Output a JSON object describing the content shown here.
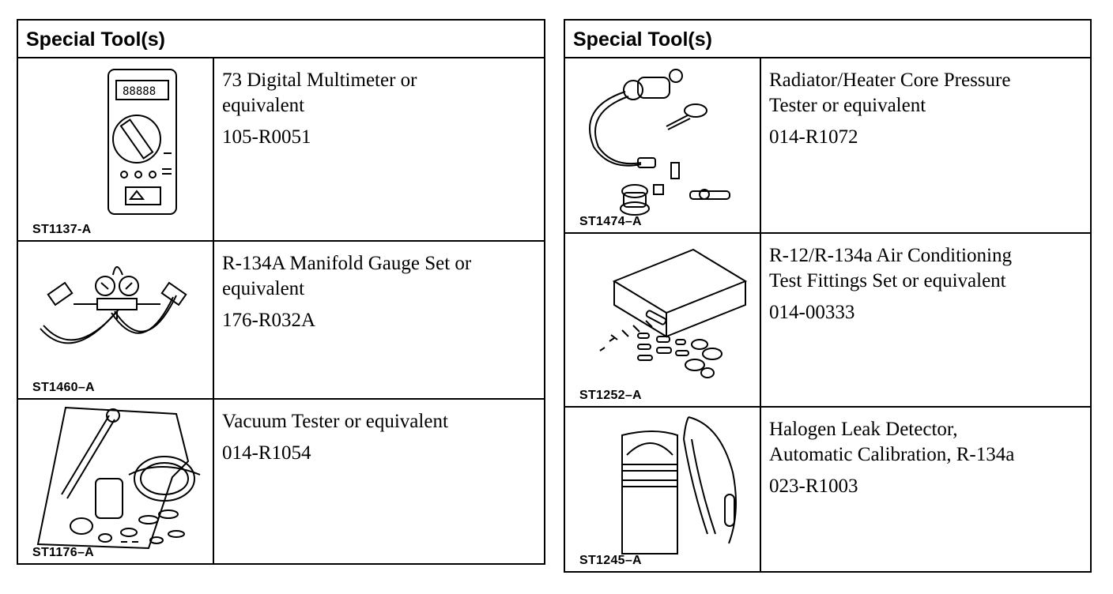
{
  "tables": [
    {
      "header": "Special Tool(s)",
      "rows": [
        {
          "code": "ST1137-A",
          "desc1": "73 Digital Multimeter or",
          "desc2": "equivalent",
          "number": "105-R0051",
          "icon": "multimeter-icon"
        },
        {
          "code": "ST1460–A",
          "desc1": "R-134A Manifold Gauge Set or",
          "desc2": "equivalent",
          "number": "176-R032A",
          "icon": "manifold-gauge-icon"
        },
        {
          "code": "ST1176–A",
          "desc1": "Vacuum Tester or equivalent",
          "desc2": "",
          "number": "014-R1054",
          "icon": "vacuum-tester-icon"
        }
      ]
    },
    {
      "header": "Special Tool(s)",
      "rows": [
        {
          "code": "ST1474–A",
          "desc1": "Radiator/Heater Core Pressure",
          "desc2": "Tester or equivalent",
          "number": "014-R1072",
          "icon": "pressure-tester-icon"
        },
        {
          "code": "ST1252–A",
          "desc1": "R-12/R-134a Air Conditioning",
          "desc2": "Test Fittings Set or equivalent",
          "number": "014-00333",
          "icon": "fittings-case-icon"
        },
        {
          "code": "ST1245–A",
          "desc1": "Halogen Leak Detector,",
          "desc2": "Automatic Calibration, R-134a",
          "number": "023-R1003",
          "icon": "leak-detector-icon"
        }
      ]
    }
  ]
}
